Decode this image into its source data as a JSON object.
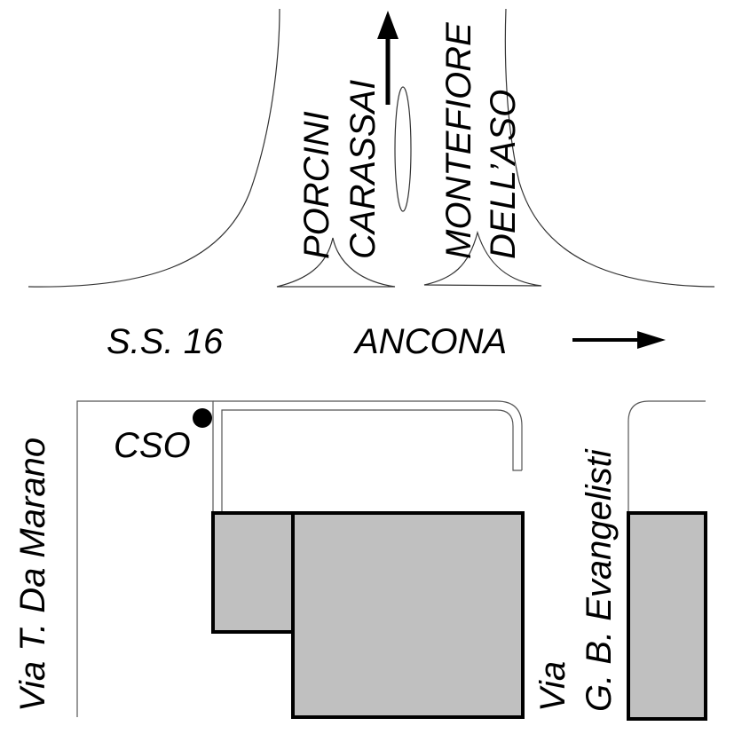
{
  "labels": {
    "highway": "S.S. 16",
    "direction": "ANCONA",
    "north_left_1": "PORCINI",
    "north_left_2": "CARASSAI",
    "north_right_1": "MONTEFIORE",
    "north_right_2": "DELL’ASO",
    "cso": "CSO",
    "street_left": "Via T. Da Marano",
    "street_right_1": "Via",
    "street_right_2": "G. B. Evangelisti"
  },
  "colors": {
    "line": "#000000",
    "building_fill": "#c0c0c0",
    "road_edge": "#555555",
    "background": "#ffffff"
  },
  "icons": [
    "north-arrow-icon",
    "east-arrow-icon",
    "location-dot-icon"
  ]
}
